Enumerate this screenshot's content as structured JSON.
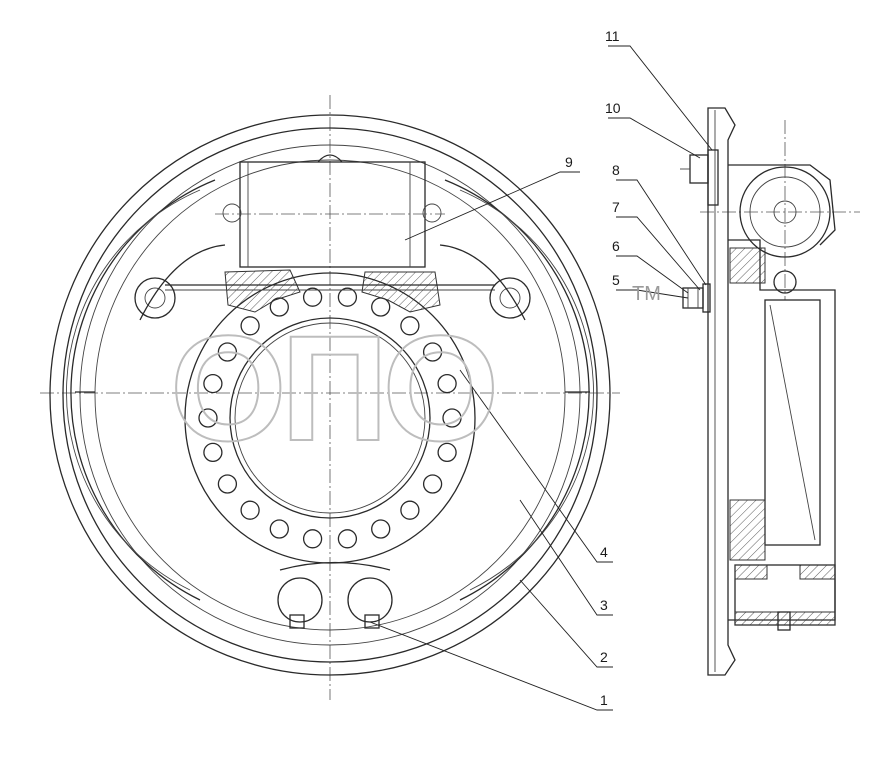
{
  "callouts": [
    "1",
    "2",
    "3",
    "4",
    "5",
    "6",
    "7",
    "8",
    "9",
    "10",
    "11"
  ],
  "watermark": {
    "text": "ОПО",
    "mark": "TM"
  }
}
